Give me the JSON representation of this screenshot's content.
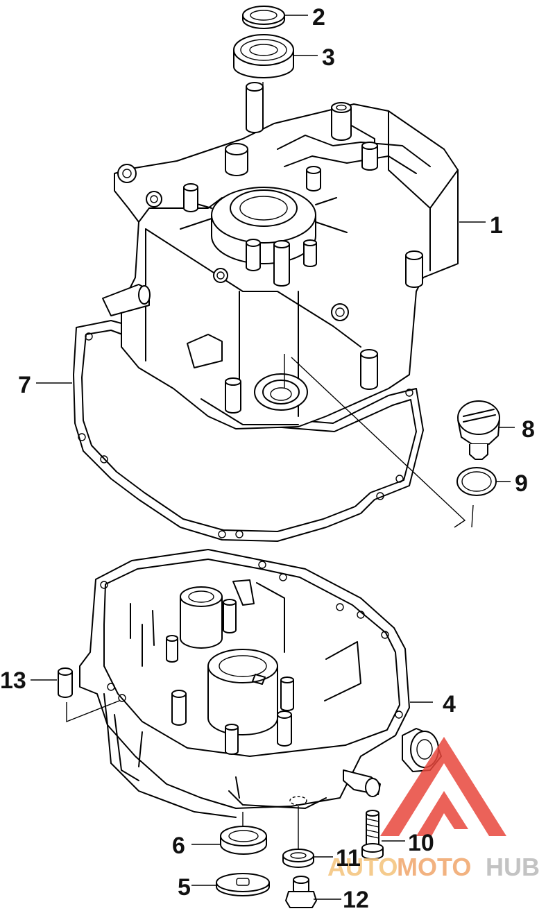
{
  "callouts": {
    "c1": "1",
    "c2": "2",
    "c3": "3",
    "c4": "4",
    "c5": "5",
    "c6": "6",
    "c7": "7",
    "c8": "8",
    "c9": "9",
    "c10": "10",
    "c11": "11",
    "c12": "12",
    "c13": "13"
  },
  "watermark": {
    "word_auto": "AUTO",
    "word_moto": "MOTO",
    "word_hub": "HUB",
    "color_triangle": "#e8473c",
    "color_auto": "#f4c27a",
    "color_moto": "#f0a56a",
    "color_hub": "#b9b9b9"
  }
}
